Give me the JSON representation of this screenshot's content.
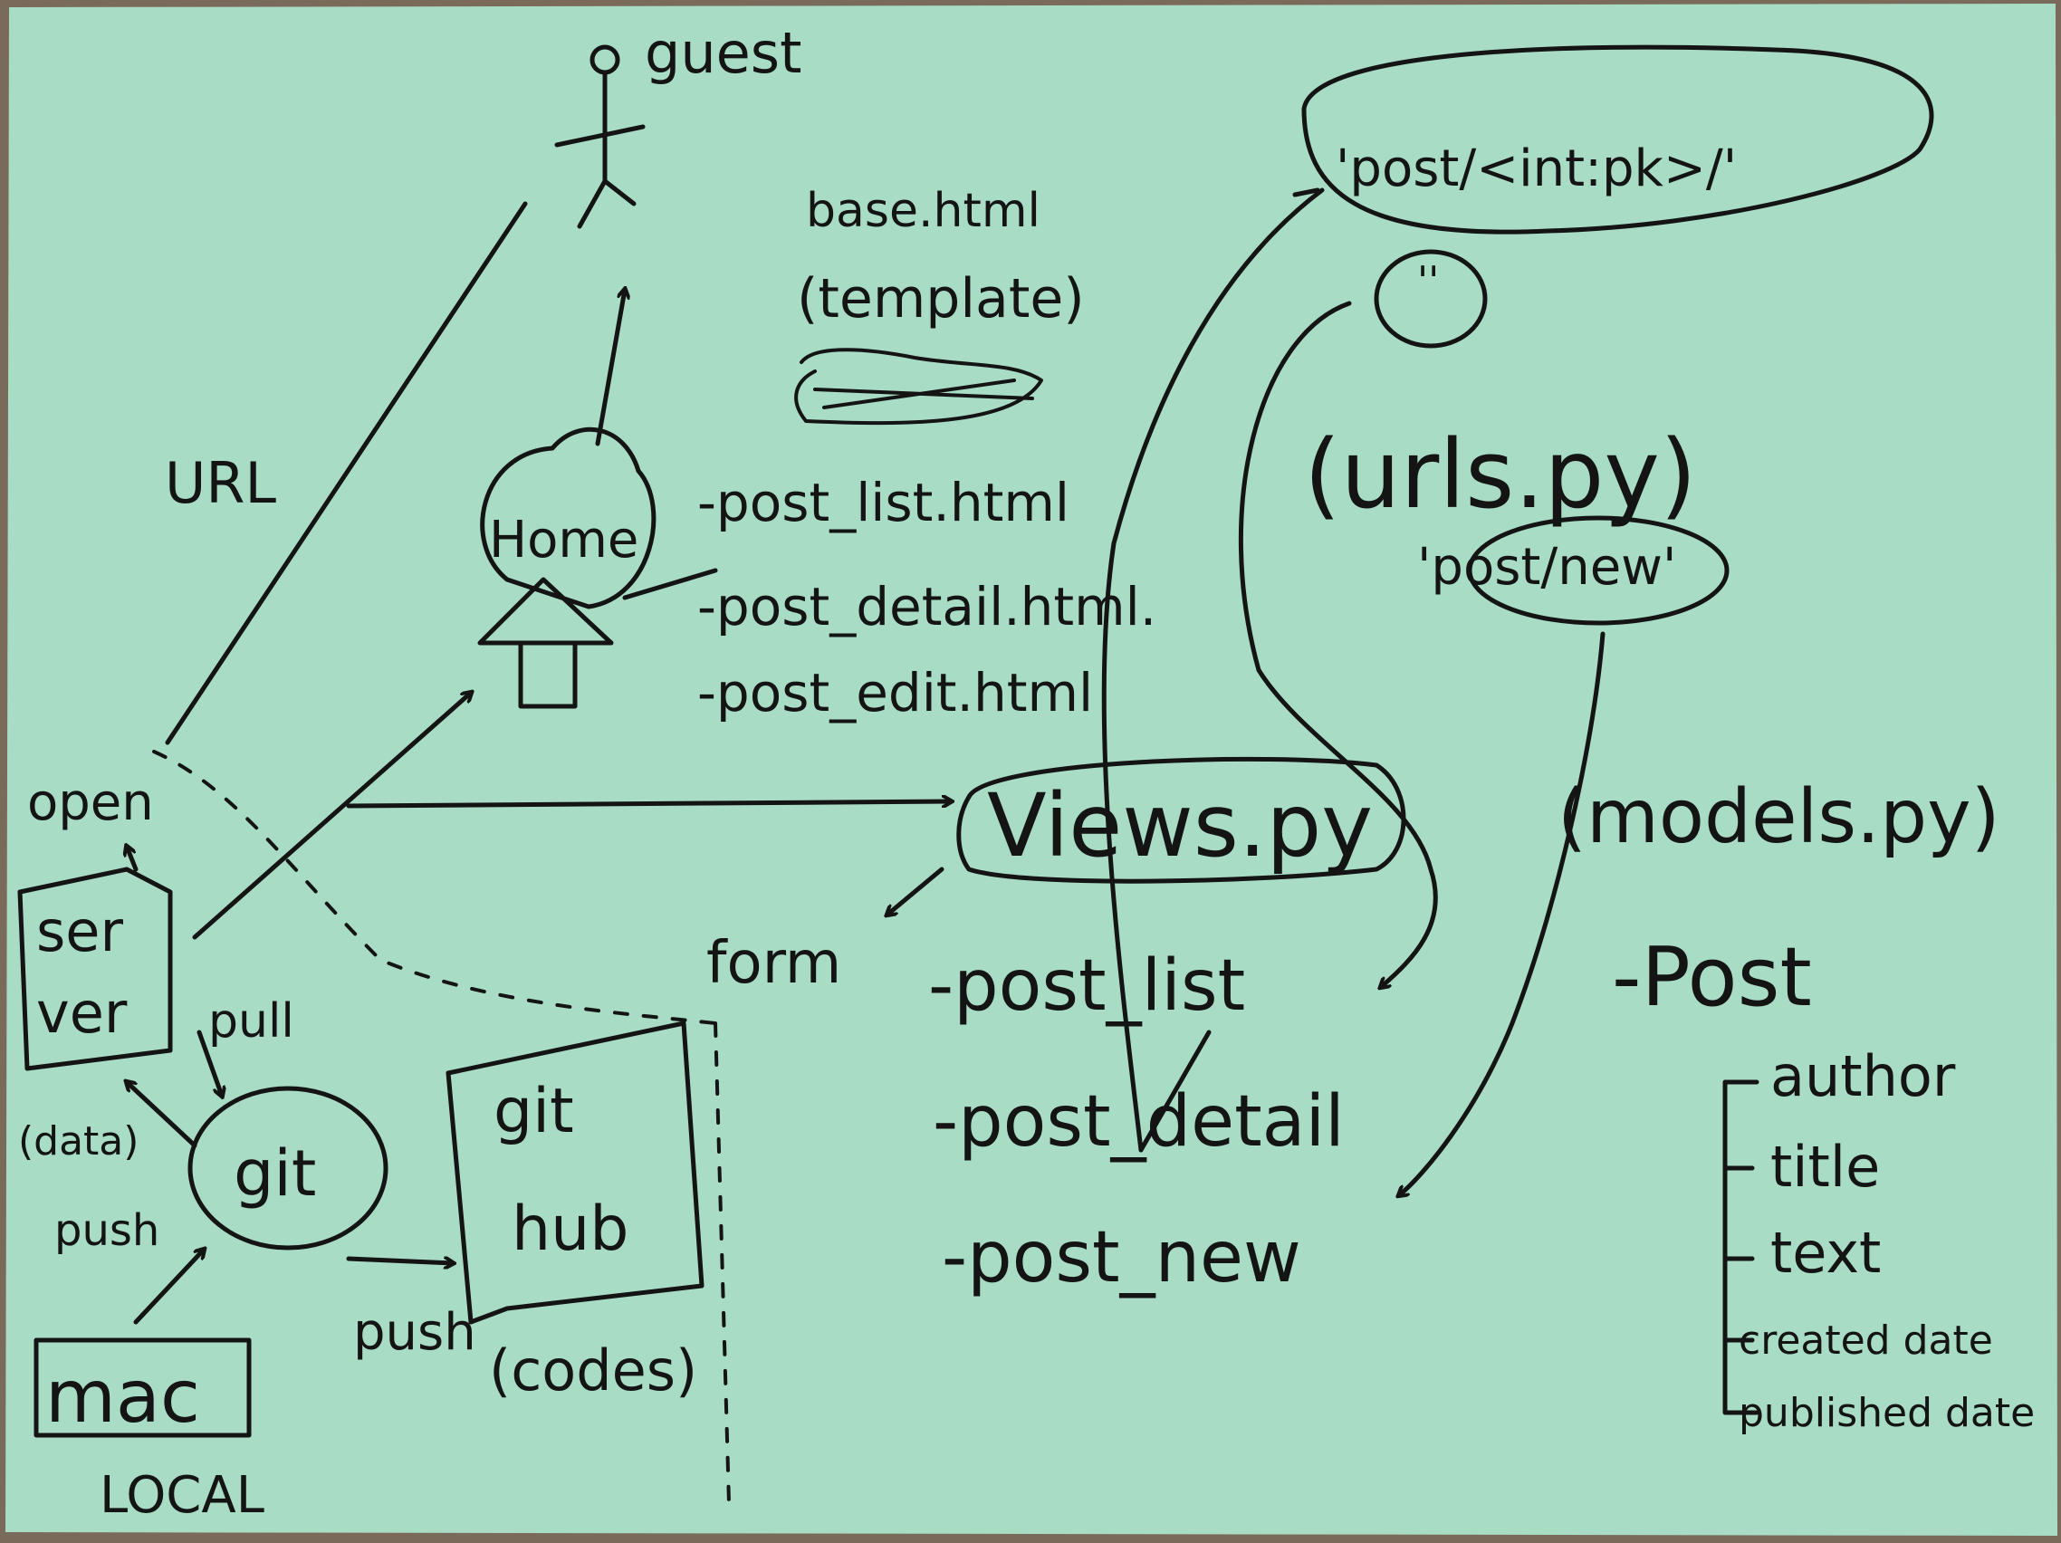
{
  "colors": {
    "paper": "#a8dcc4",
    "ink": "#141414",
    "background": "#7a6a5a"
  },
  "labels": {
    "guest": "guest",
    "url": "URL",
    "base_html": "base.html",
    "template": "(template)",
    "home": "Home",
    "templates": [
      "-post_list.html",
      "-post_detail.html.",
      "-post_edit.html"
    ],
    "open": "open",
    "server_line1": "ser",
    "server_line2": "ver",
    "pull": "pull",
    "data": "(data)",
    "git": "git",
    "push_left": "push",
    "push_bottom": "push",
    "github_line1": "git",
    "github_line2": "hub",
    "codes": "(codes)",
    "mac": "mac",
    "local": "LOCAL",
    "form": "form",
    "views_py": "Views.py",
    "views_items": [
      "-post_list",
      "-post_detail",
      "-post_new"
    ],
    "url_pattern": "'post/<int:pk>/'",
    "empty_pattern": "''",
    "urls_py": "(urls.py)",
    "post_new_pattern": "'post/new'",
    "models_py": "(models.py)",
    "model_name": "-Post",
    "model_fields": [
      "author",
      "title",
      "text",
      "created date",
      "published date"
    ]
  }
}
